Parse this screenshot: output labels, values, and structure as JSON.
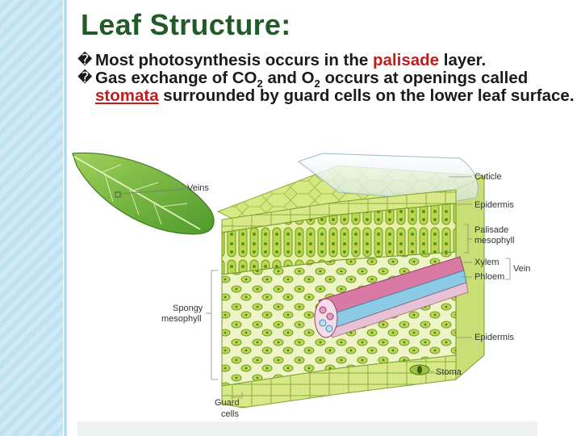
{
  "slide": {
    "title": "Leaf Structure:",
    "bullet_mark": "�",
    "bullet1": {
      "pre": "Most photosynthesis occurs in the ",
      "highlight": "palisade",
      "post": " layer."
    },
    "bullet2": {
      "t1": "Gas exchange of CO",
      "s1": "2",
      "t2": " and O",
      "s2": "2",
      "t3": " occurs at openings called ",
      "highlight": "stomata",
      "t4": " surrounded by guard cells on the lower leaf surface."
    }
  },
  "figure": {
    "labels": {
      "veins": "Veins",
      "cuticle": "Cuticle",
      "epidermis_top": "Epidermis",
      "palisade_1": "Palisade",
      "palisade_2": "mesophyll",
      "xylem": "Xylem",
      "phloem": "Phloem",
      "vein": "Vein",
      "spongy_1": "Spongy",
      "spongy_2": "mesophyll",
      "epidermis_bottom": "Epidermis",
      "stoma": "Stoma",
      "guard_1": "Guard",
      "guard_2": "cells"
    }
  },
  "colors": {
    "title": "#235a2a",
    "highlight": "#c21d1d",
    "tissue": "#c3db5a",
    "xylem": "#d87aa5",
    "phloem": "#8ccbe6"
  }
}
